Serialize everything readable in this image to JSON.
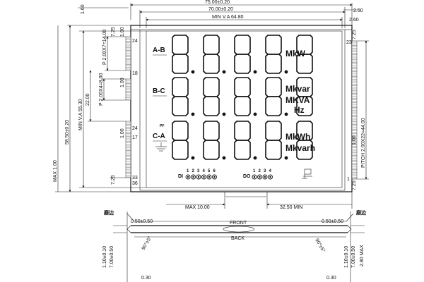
{
  "top_dims": {
    "overall_width": "75.00±0.20",
    "glass_width": "70.00±0.20",
    "view_area": "MIN V.A 64.80",
    "right_offset": "2.50",
    "right_offset_inner": "2.60",
    "top_offset": "1.60"
  },
  "left_dims": {
    "overall_height": "58.50±0.20",
    "view_area": "MIN V.A 55.30",
    "pitch_small": "P 2.00X7=14.00",
    "pitch_small2": "P 2.00X4=8.00",
    "dim_22": "22.00",
    "dim_725_top": "7.25",
    "dim_100_a": "1.00",
    "dim_100_b": "1.00",
    "dim_100_c": "1.00",
    "dim_725_bottom": "7.25",
    "max_height": "MAX 1.00"
  },
  "right_dims": {
    "pitch": "PITCH 2.00X22=44.00",
    "dim_725_top": "7.25",
    "dim_100": "1.00",
    "dim_725_bottom": "7.25"
  },
  "pin_numbers": {
    "left_top_a": "24",
    "left_top_b": "18",
    "left_mid_a": "24",
    "left_mid_b": "17",
    "left_bot_a": "33",
    "left_bot_b": "36",
    "right_top": "23",
    "right_bottom": "1"
  },
  "lcd": {
    "rows": [
      {
        "label": "A-B",
        "digits": "8.8.8.8.8",
        "units": [
          "MkW"
        ]
      },
      {
        "label": "B-C",
        "digits": "8.8.8.8.8",
        "units": [
          "Mkvar",
          "MKVA",
          "Hz"
        ]
      },
      {
        "label": "C-A",
        "digits": "8.8.8.8.8",
        "units": [
          "MkWh",
          "Mkvarh"
        ]
      }
    ],
    "pf_label": "PF",
    "di_label": "DI",
    "di_numbers": [
      "1",
      "2",
      "3",
      "4",
      "5",
      "6"
    ],
    "do_label": "DO",
    "do_numbers": [
      "1",
      "2",
      "3",
      "4"
    ]
  },
  "bottom_dims": {
    "max_10": "MAX 10.00",
    "min_3250": "32.50 MIN"
  },
  "side_view": {
    "chamfer_left": "磨边",
    "chamfer_right": "磨边",
    "seal_width": "0.50±0.50",
    "front_label": "FRONT",
    "back_label": "BACK",
    "angle_left": "90°±5°",
    "angle_right": "90°±5°",
    "dim_110_a": "1.10±0.10",
    "dim_110_b": "1.10±0.10",
    "dim_700_a": "7.00±0.50",
    "dim_700_b": "7.00±0.50",
    "dim_280": "2.80 MAX",
    "dim_030_left": "0.30",
    "dim_030_right": "0.30",
    "dim_050_right": "0.50±0.50"
  }
}
